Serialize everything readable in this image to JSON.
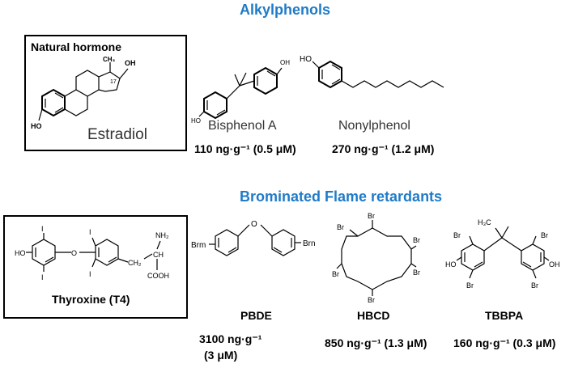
{
  "sections": {
    "alkylphenols_title": "Alkylphenols",
    "bfr_title": "Brominated Flame retardants"
  },
  "hormones": {
    "estradiol_box_title": "Natural hormone",
    "estradiol_name": "Estradiol",
    "thyroxine_name": "Thyroxine (T4)"
  },
  "compounds": {
    "bpa": {
      "name": "Bisphenol A",
      "conc": "110 ng·g⁻¹ (0.5 μM)"
    },
    "np": {
      "name": "Nonylphenol",
      "conc": "270 ng·g⁻¹ (1.2 μM)"
    },
    "pbde": {
      "name": "PBDE",
      "conc_line1": "3100 ng·g⁻¹",
      "conc_line2": "(3 μM)"
    },
    "hbcd": {
      "name": "HBCD",
      "conc": "850 ng·g⁻¹ (1.3 μM)"
    },
    "tbbpa": {
      "name": "TBBPA",
      "conc": "160 ng·g⁻¹ (0.3 μM)"
    }
  },
  "atom_labels": {
    "oh": "OH",
    "ho": "HO",
    "ch3": "CH₃",
    "c17": "17",
    "br": "Br",
    "brm": "Brm",
    "brn": "Brn",
    "o": "O",
    "i": "I",
    "nh2": "NH₂",
    "ch2": "CH₂",
    "ch": "CH",
    "cooh": "COOH",
    "h3c": "H₃C"
  },
  "colors": {
    "heading": "#1f7bc8",
    "text": "#000000",
    "border": "#000000"
  }
}
